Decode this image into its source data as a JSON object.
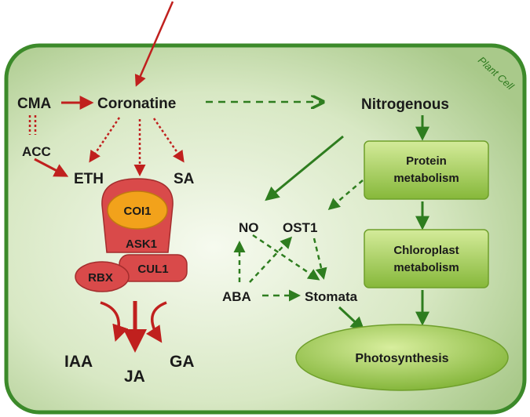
{
  "cell_label": "Plant Cell",
  "nodes": {
    "cma": "CMA",
    "coronatine": "Coronatine",
    "acc": "ACC",
    "eth": "ETH",
    "sa": "SA",
    "nitrogenous": "Nitrogenous",
    "protein_line1": "Protein",
    "protein_line2": "metabolism",
    "chloroplast_line1": "Chloroplast",
    "chloroplast_line2": "metabolism",
    "photosynthesis": "Photosynthesis",
    "no": "NO",
    "ost1": "OST1",
    "aba": "ABA",
    "stomata": "Stomata",
    "iaa": "IAA",
    "ja": "JA",
    "ga": "GA"
  },
  "complex": {
    "coi1": "COI1",
    "ask1": "ASK1",
    "cul1": "CUL1",
    "rbx": "RBX"
  },
  "colors": {
    "red_arrow": "#c0201e",
    "green_arrow": "#2e7d1f",
    "cell_border": "#3c8a2a",
    "cell_fill": "#c9dcb0",
    "box_fill": "#a6cf5a",
    "protein_red": "#d94a4a",
    "coi1_orange": "#f2a21b"
  }
}
